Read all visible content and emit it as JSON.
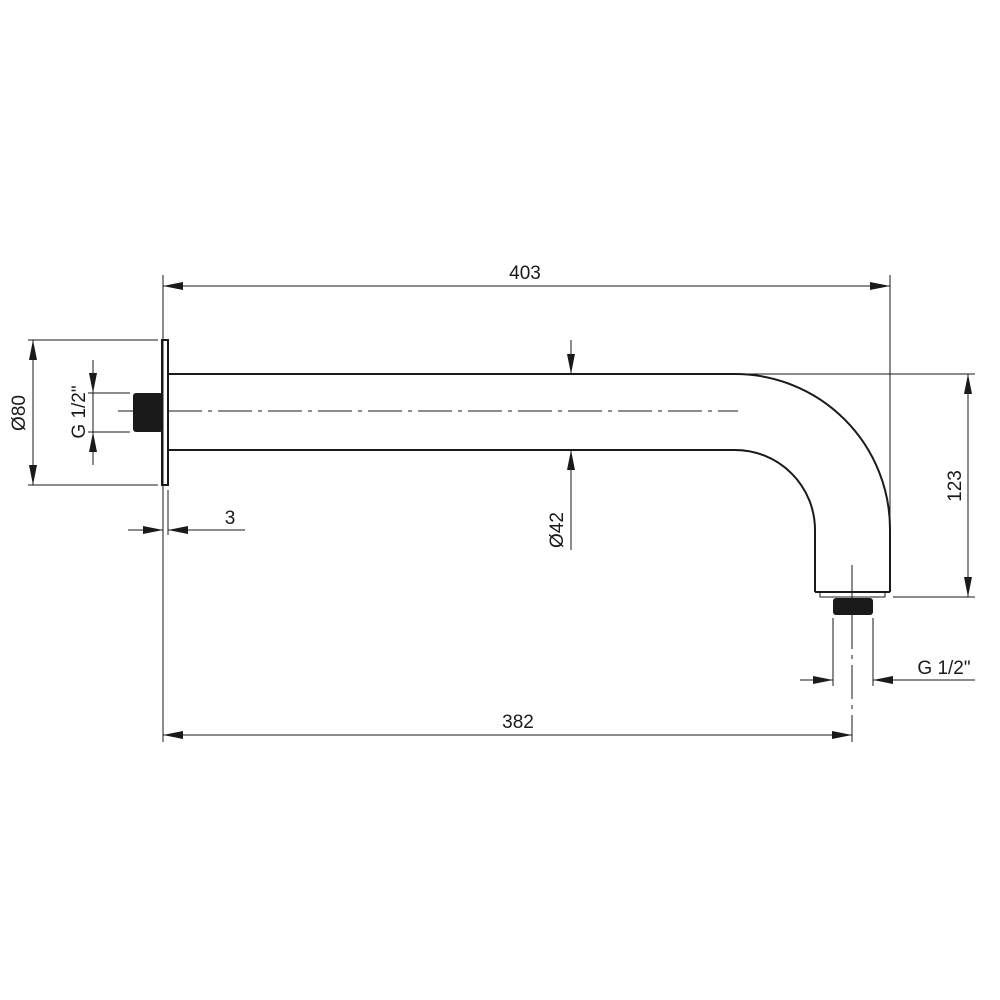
{
  "drawing": {
    "dimensions": {
      "overall_length": "403",
      "outlet_distance": "382",
      "flange_diameter": "Ø80",
      "inlet_thread": "G 1/2\"",
      "flange_thickness": "3",
      "pipe_diameter": "Ø42",
      "drop_height": "123",
      "outlet_thread": "G 1/2\""
    },
    "colors": {
      "line": "#1a1a1a",
      "thread": "#1a1a1a",
      "background": "#ffffff"
    }
  }
}
